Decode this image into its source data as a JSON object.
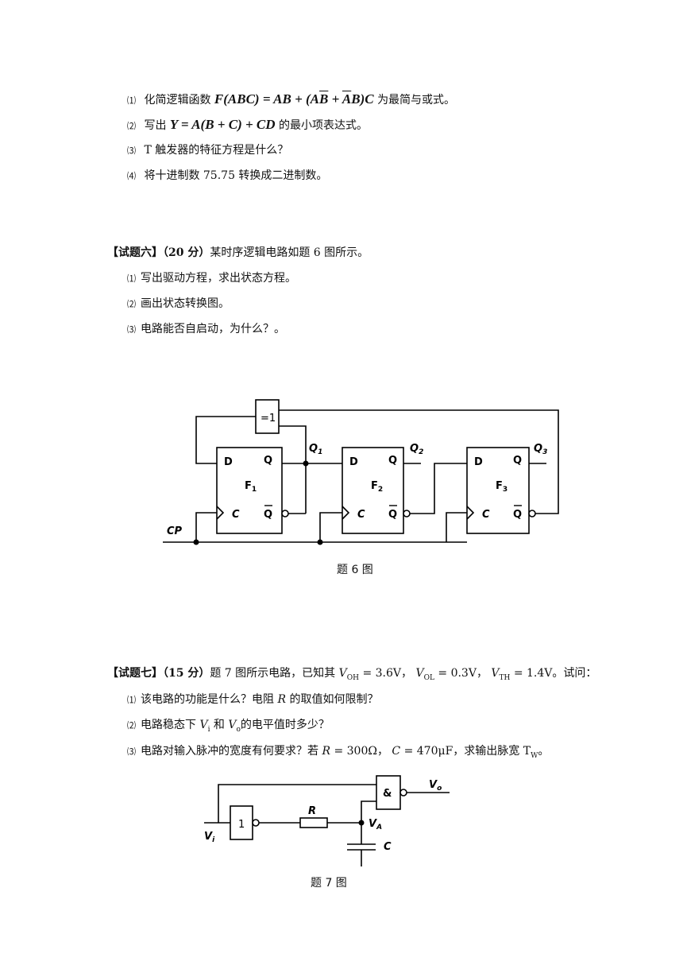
{
  "section5": {
    "items": [
      {
        "num": "⑴",
        "pre": "化简逻辑函数",
        "formula": "F(ABC) = AB + (AB̄ + ĀB)C",
        "post": "为最简与或式。"
      },
      {
        "num": "⑵",
        "pre": "写出",
        "formula": "Y = A(B + C) + CD",
        "post": "的最小项表达式。"
      },
      {
        "num": "⑶",
        "text": "T 触发器的特征方程是什么？"
      },
      {
        "num": "⑷",
        "text": "将十进制数 75.75 转换成二进制数。"
      }
    ]
  },
  "section6": {
    "heading": "【试题六】",
    "points": "（20 分）",
    "intro": "某时序逻辑电路如题 6 图所示。",
    "items": [
      {
        "num": "⑴",
        "text": "写出驱动方程，求出状态方程。"
      },
      {
        "num": "⑵",
        "text": "画出状态转换图。"
      },
      {
        "num": "⑶",
        "text": "电路能否自启动，为什么？。"
      }
    ],
    "figure": {
      "caption": "题 6 图",
      "xor_label": "=1",
      "cp_label": "CP",
      "d_label": "D",
      "q_label": "Q",
      "qbar_label": "Q",
      "c_label": "C",
      "ff1": "F",
      "ff2": "F",
      "ff3": "F",
      "sub1": "1",
      "sub2": "2",
      "sub3": "3",
      "out1": "Q",
      "out2": "Q",
      "out3": "Q"
    }
  },
  "section7": {
    "heading": "【试题七】",
    "points": "（15 分）",
    "intro_a": "题 7 图所示电路，已知其",
    "voh": "V",
    "voh_sub": "OH",
    "voh_val": "= 3.6V，",
    "vol": "V",
    "vol_sub": "OL",
    "vol_val": "= 0.3V，",
    "vth": "V",
    "vth_sub": "TH",
    "vth_val": "= 1.4V。试问：",
    "item1_pre": "该电路的功能是什么？电阻",
    "item1_r": "R",
    "item1_post": "的取值如何限制？",
    "item2_pre": "电路稳态下",
    "item2_v1": "V",
    "item2_v1sub": "i",
    "item2_mid": "和",
    "item2_v2": "V",
    "item2_v2sub": "o",
    "item2_post": "的电平值时多少？",
    "item3_pre": "电路对输入脉冲的宽度有何要求？若",
    "item3_r": "R",
    "item3_rv": "= 300Ω，",
    "item3_c": "C",
    "item3_cv": "= 470μF，求输出脉宽 T",
    "item3_tw": "W",
    "item3_end": "。",
    "nums": [
      "⑴",
      "⑵",
      "⑶"
    ],
    "figure": {
      "caption": "题 7 图",
      "not_label": "1",
      "and_label": "&",
      "r_label": "R",
      "c_label": "C",
      "vi": "V",
      "vi_sub": "i",
      "vo": "V",
      "vo_sub": "o",
      "va": "V",
      "va_sub": "A"
    }
  }
}
